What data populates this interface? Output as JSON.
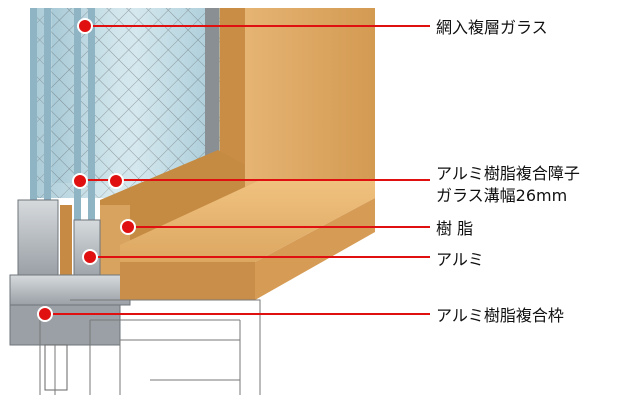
{
  "figure": {
    "labels": [
      "網入複層ガラス",
      "アルミ樹脂複合障子",
      "ガラス溝幅26mm",
      "樹 脂",
      "アルミ",
      "アルミ樹脂複合枠"
    ]
  },
  "colors": {
    "callout_line": "#e01010",
    "callout_dot": "#e01010",
    "wood": "#d9a35c",
    "glass": "#b8d6e2",
    "aluminum": "#b9bec3"
  }
}
